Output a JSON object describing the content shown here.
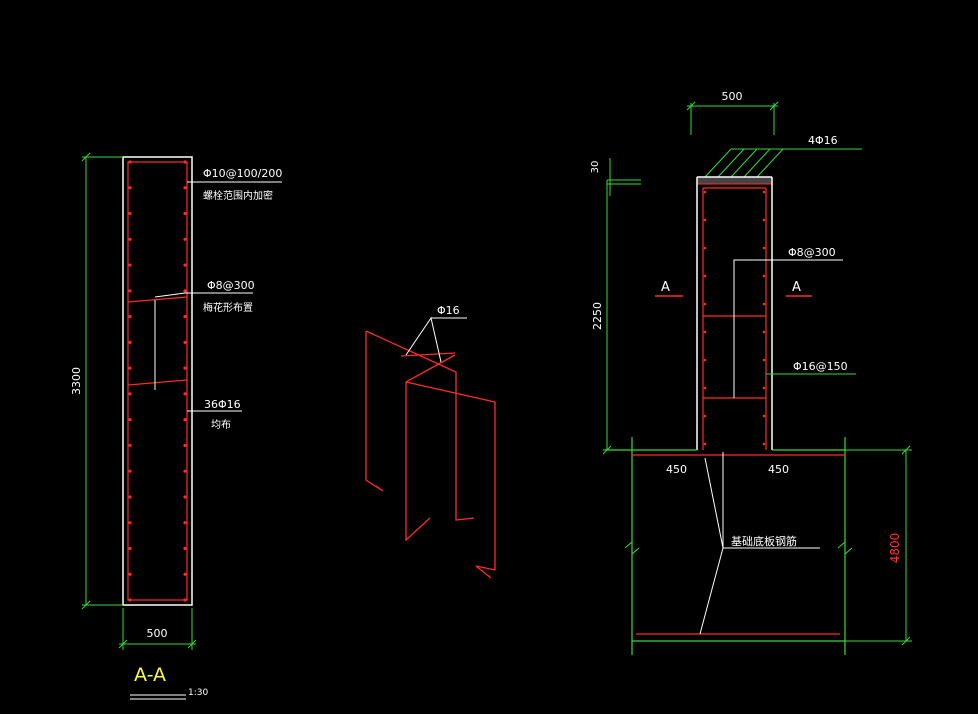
{
  "colors": {
    "background": "#000000",
    "rebar_red": "#ff2a2a",
    "concrete_white": "#ffffff",
    "dimension_green": "#33dd33",
    "title_yellow": "#ffff33"
  },
  "section_view": {
    "dim_height": "3300",
    "dim_width": "500",
    "label_stirrup": "Φ10@100/200",
    "label_stirrup_note": "螺栓范围内加密",
    "label_tie": "Φ8@300",
    "label_tie_note": "梅花形布置",
    "label_main_bars": "36Φ16",
    "label_main_bars_note": "均布",
    "title": "A-A",
    "scale": "1:30"
  },
  "bar_detail": {
    "label": "Φ16"
  },
  "elevation_view": {
    "dim_top_width": "500",
    "label_top_bars": "4Φ16",
    "dim_cover": "30",
    "dim_height": "2250",
    "section_mark_left": "A",
    "section_mark_right": "A",
    "label_tie": "Φ8@300",
    "label_stirrup": "Φ16@150",
    "dim_left_offset": "450",
    "dim_right_offset": "450",
    "label_foundation": "基础底板钢筋",
    "dim_foundation_depth": "4800"
  }
}
